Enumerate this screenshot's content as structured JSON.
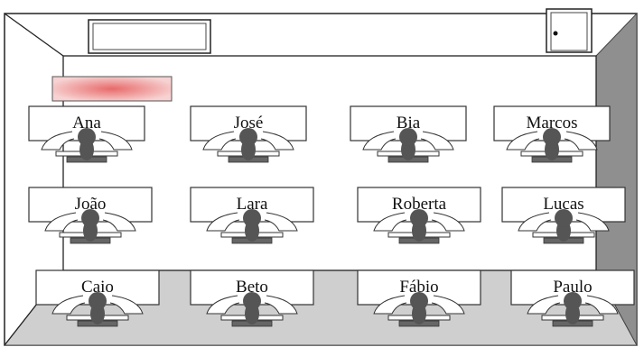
{
  "classroom": {
    "students": [
      {
        "name": "Ana"
      },
      {
        "name": "José"
      },
      {
        "name": "Bia"
      },
      {
        "name": "Marcos"
      },
      {
        "name": "João"
      },
      {
        "name": "Lara"
      },
      {
        "name": "Roberta"
      },
      {
        "name": "Lucas"
      },
      {
        "name": "Caio"
      },
      {
        "name": "Beto"
      },
      {
        "name": "Fábio"
      },
      {
        "name": "Paulo"
      }
    ]
  },
  "colors": {
    "wall_right": "#8f8f8f",
    "floor": "#cfcfcf",
    "sign": "#f4b8b8",
    "figure": "#555555",
    "line": "#333333"
  },
  "icons": {
    "window": "air-conditioner-icon",
    "door": "door-icon",
    "sign": "red-board-icon"
  }
}
